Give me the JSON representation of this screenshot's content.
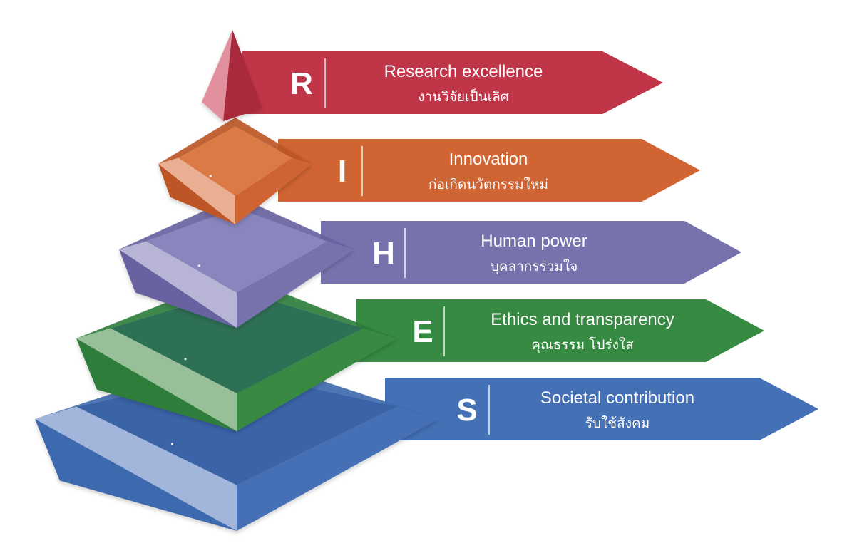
{
  "tiers": [
    {
      "letter": "R",
      "english": "Research excellence",
      "thai": "งานวิจัยเป็นเลิศ",
      "color": "#c13548",
      "top_color": "#d54e63",
      "front_color": "#a92a3d",
      "light_color": "#e2909e"
    },
    {
      "letter": "I",
      "english": "Innovation",
      "thai": "ก่อเกิดนวัตกรรมใหม่",
      "color": "#d06432",
      "top_color": "#dc7a45",
      "front_color": "#bd5526",
      "light_color": "#eaae92"
    },
    {
      "letter": "H",
      "english": "Human power",
      "thai": "บุคลากรร่วมใจ",
      "color": "#7672ac",
      "top_color": "#8985bd",
      "front_color": "#6763a0",
      "light_color": "#b7b4d6"
    },
    {
      "letter": "E",
      "english": "Ethics and transparency",
      "thai": "คุณธรรม โปร่งใส",
      "color": "#378a42",
      "top_color": "#2d6f55",
      "front_color": "#2e7d3a",
      "light_color": "#97bf98"
    },
    {
      "letter": "S",
      "english": "Societal contribution",
      "thai": "รับใช้สังคม",
      "color": "#4470b5",
      "top_color": "#3a63a8",
      "front_color": "#3d69ae",
      "light_color": "#a2b6dc"
    }
  ]
}
